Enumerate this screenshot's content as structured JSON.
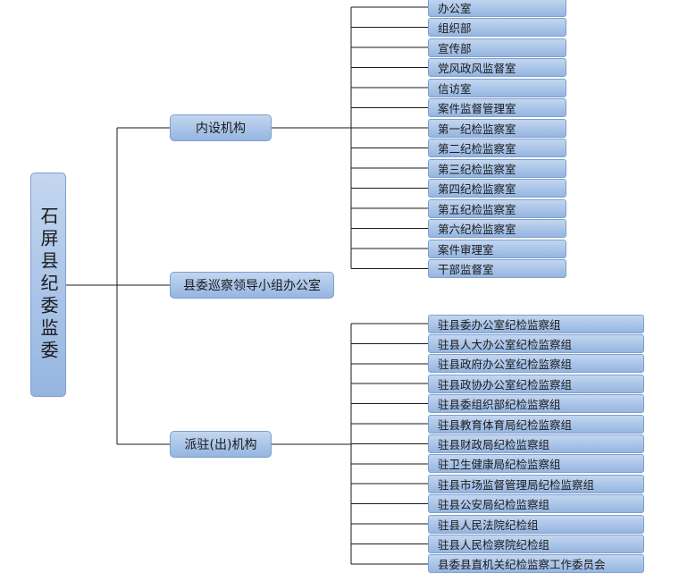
{
  "root": {
    "label": "石屏县纪委监委"
  },
  "branches": [
    {
      "label": "内设机构",
      "children": [
        "办公室",
        "组织部",
        "宣传部",
        "党风政风监督室",
        "信访室",
        "案件监督管理室",
        "第一纪检监察室",
        "第二纪检监察室",
        "第三纪检监察室",
        "第四纪检监察室",
        "第五纪检监察室",
        "第六纪检监察室",
        "案件审理室",
        "干部监督室"
      ]
    },
    {
      "label": "县委巡察领导小组办公室",
      "children": []
    },
    {
      "label": "派驻(出)机构",
      "children": [
        "驻县委办公室纪检监察组",
        "驻县人大办公室纪检监察组",
        "驻县政府办公室纪检监察组",
        "驻县政协办公室纪检监察组",
        "驻县委组织部纪检监察组",
        "驻县教育体育局纪检监察组",
        "驻县财政局纪检监察组",
        "驻卫生健康局纪检监察组",
        "驻县市场监督管理局纪检监察组",
        "驻县公安局纪检监察组",
        "驻县人民法院纪检组",
        "驻县人民检察院纪检组",
        "县委县直机关纪检监察工作委员会"
      ]
    }
  ],
  "colors": {
    "node_border": "#7f9fcf",
    "node_fill": "#a9c4e8",
    "line": "#1a1a1a"
  }
}
